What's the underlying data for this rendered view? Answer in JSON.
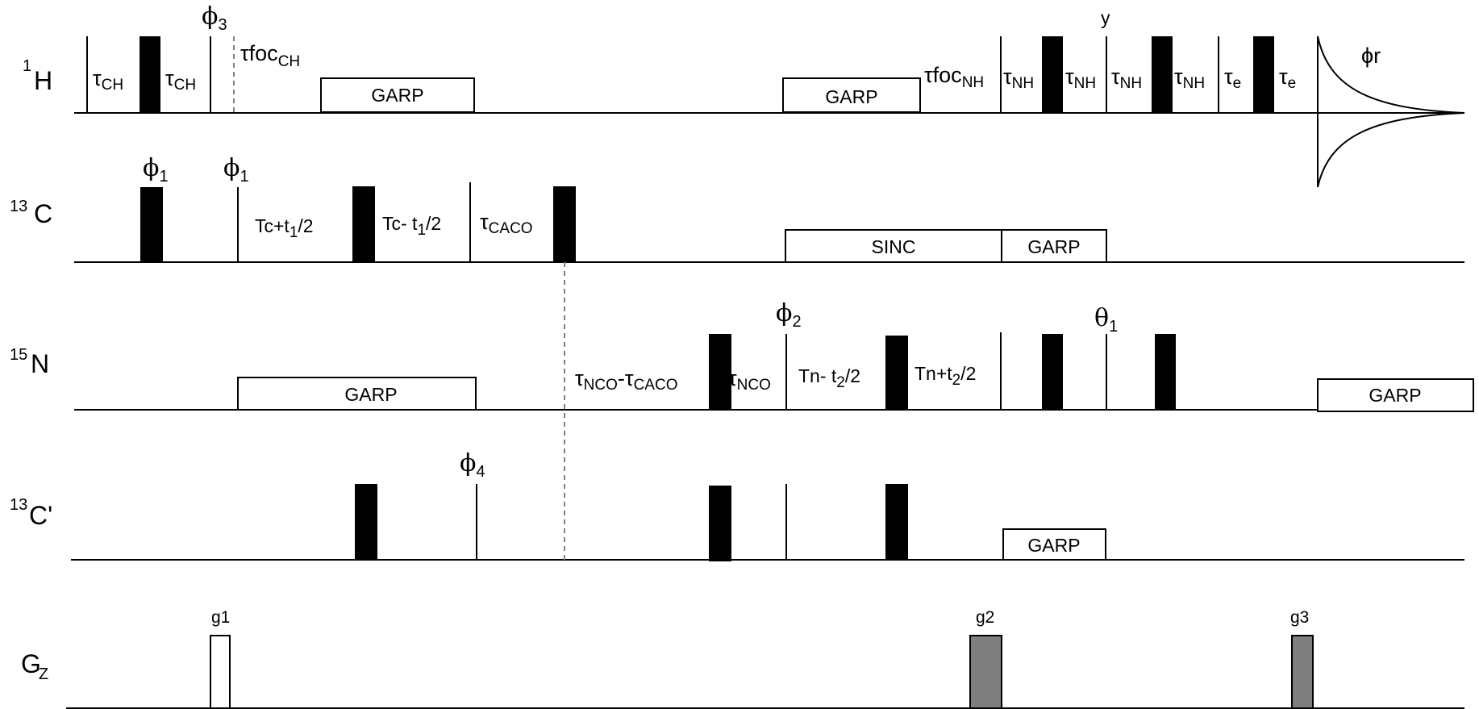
{
  "channels": {
    "h1": {
      "sup": "1",
      "name": "H"
    },
    "c13": {
      "sup": "13",
      "name": "C"
    },
    "n15": {
      "sup": "15",
      "name": "N"
    },
    "c13p": {
      "sup": "13",
      "name": "C'"
    },
    "gz": {
      "name": "G",
      "sub": "Z"
    }
  },
  "h_row": {
    "tau_ch_1": {
      "main": "τ",
      "sub": "CH"
    },
    "tau_ch_2": {
      "main": "τ",
      "sub": "CH"
    },
    "phi3": {
      "main": "ϕ",
      "sub": "3"
    },
    "taufoc_ch": {
      "main": "τfoc",
      "sub": "CH"
    },
    "garp1": "GARP",
    "garp2": "GARP",
    "taufoc_nh": {
      "main": "τfoc",
      "sub": "NH"
    },
    "tau_nh_1": {
      "main": "τ",
      "sub": "NH"
    },
    "tau_nh_2": {
      "main": "τ",
      "sub": "NH"
    },
    "tau_nh_3": {
      "main": "τ",
      "sub": "NH"
    },
    "tau_nh_4": {
      "main": "τ",
      "sub": "NH"
    },
    "tau_e_1": {
      "main": "τ",
      "sub": "e"
    },
    "tau_e_2": {
      "main": "τ",
      "sub": "e"
    },
    "y": "y",
    "phir": "ϕr"
  },
  "c_row": {
    "phi1_a": {
      "main": "ϕ",
      "sub": "1"
    },
    "phi1_b": {
      "main": "ϕ",
      "sub": "1"
    },
    "tc_plus": {
      "pre": "Tc+t",
      "sub": "1",
      "post": "/2"
    },
    "tc_minus": {
      "pre": "Tc- t",
      "sub": "1",
      "post": "/2"
    },
    "tau_caco": {
      "main": "τ",
      "sub": "CACO"
    },
    "sinc": "SINC",
    "garp": "GARP"
  },
  "n_row": {
    "garp1": "GARP",
    "tau_nco_minus": {
      "a": "τ",
      "a_sub": "NCO",
      "mid": "-τ",
      "b_sub": "CACO"
    },
    "tau_nco": {
      "main": "τ",
      "sub": "NCO"
    },
    "phi2": {
      "main": "ϕ",
      "sub": "2"
    },
    "tn_minus": {
      "pre": "Tn- t",
      "sub": "2",
      "post": "/2"
    },
    "tn_plus": {
      "pre": "Tn+t",
      "sub": "2",
      "post": "/2"
    },
    "theta1": {
      "main": "θ",
      "sub": "1"
    },
    "garp2": "GARP"
  },
  "cp_row": {
    "phi4": {
      "main": "ϕ",
      "sub": "4"
    },
    "garp": "GARP"
  },
  "g_row": {
    "g1": "g1",
    "g2": "g2",
    "g3": "g3"
  },
  "colors": {
    "pulse": "#000000",
    "gradient_fill": "#7f7f7f",
    "dashed": "#808080"
  }
}
